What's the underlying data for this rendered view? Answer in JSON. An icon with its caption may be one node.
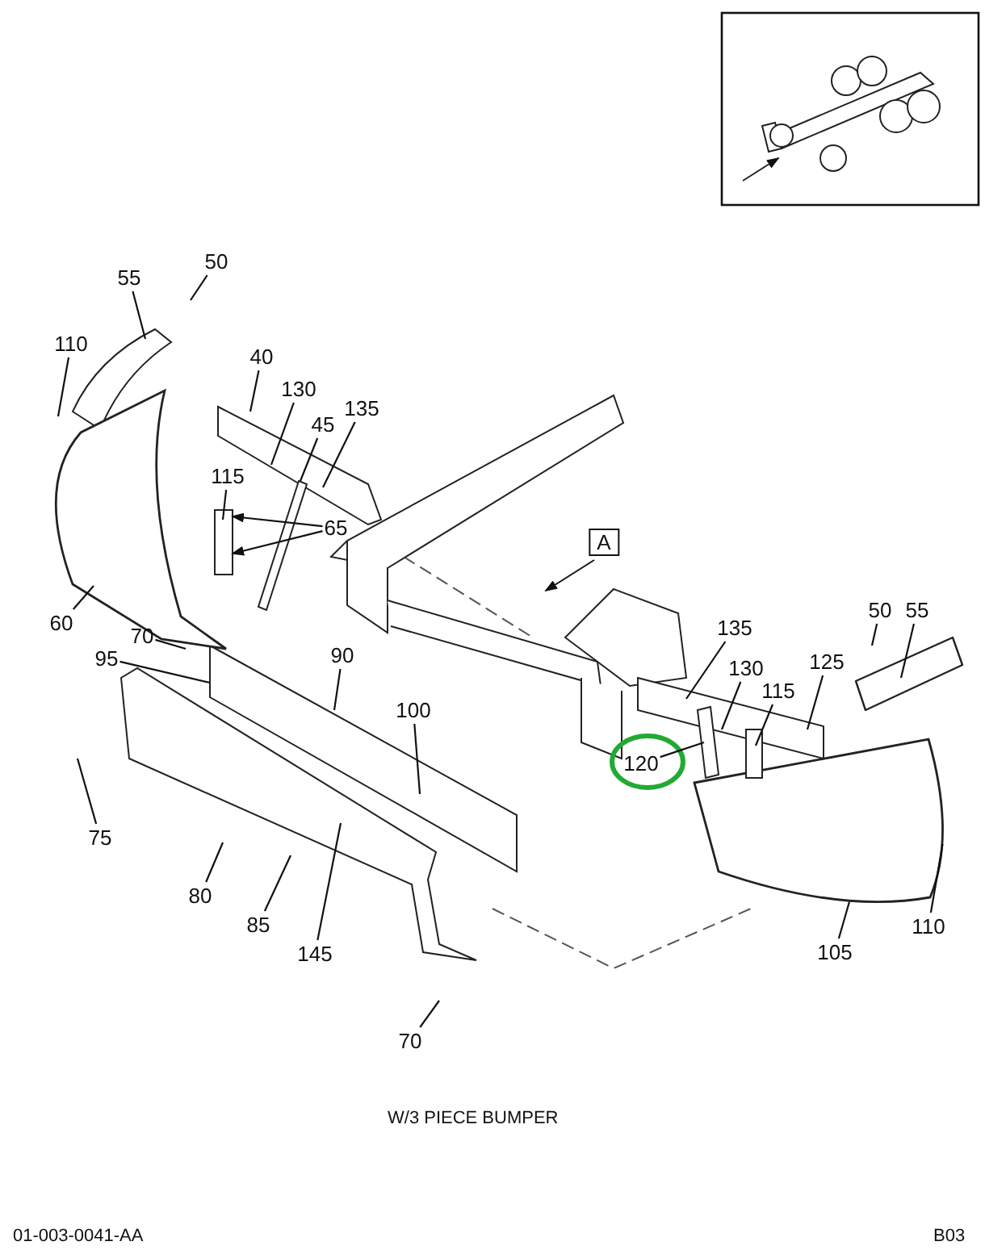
{
  "diagram": {
    "caption": "W/3 PIECE BUMPER",
    "nodes": [
      {
        "text": [
          "50"
        ]
      },
      {
        "text": [
          "55"
        ]
      },
      {
        "text": [
          "110"
        ]
      },
      {
        "text": [
          "40"
        ]
      },
      {
        "text": [
          "130"
        ]
      },
      {
        "text": [
          "135"
        ]
      },
      {
        "text": [
          "45"
        ]
      },
      {
        "text": [
          "115"
        ]
      },
      {
        "text": [
          "65"
        ]
      },
      {
        "text": [
          "A"
        ]
      },
      {
        "text": [
          "50"
        ]
      },
      {
        "text": [
          "55"
        ]
      },
      {
        "text": [
          "60"
        ]
      },
      {
        "text": [
          "135"
        ]
      },
      {
        "text": [
          "70"
        ]
      },
      {
        "text": [
          "90"
        ]
      },
      {
        "text": [
          "95"
        ]
      },
      {
        "text": [
          "125"
        ]
      },
      {
        "text": [
          "130"
        ]
      },
      {
        "text": [
          "115"
        ]
      },
      {
        "text": [
          "100"
        ]
      },
      {
        "text": [
          "120"
        ]
      },
      {
        "text": [
          "75"
        ]
      },
      {
        "text": [
          "80"
        ]
      },
      {
        "text": [
          "85"
        ]
      },
      {
        "text": [
          "110"
        ]
      },
      {
        "text": [
          "145"
        ]
      },
      {
        "text": [
          "105"
        ]
      },
      {
        "text": [
          "70"
        ]
      },
      {
        "text": [],
        "shape": "bar"
      },
      {
        "text": [],
        "shape": "bar"
      },
      {
        "text": [],
        "shape": "bar"
      },
      {
        "text": [],
        "shape": "bar"
      },
      {
        "text": [],
        "shape": "bar"
      },
      {
        "text": [],
        "shape": "bar"
      },
      {
        "text": [],
        "shape": "bar"
      },
      {
        "text": [],
        "shape": "box"
      },
      {
        "text": [],
        "shape": "box"
      },
      {
        "text": [],
        "shape": "cylinder"
      },
      {
        "text": [],
        "shape": "bar"
      },
      {
        "text": [],
        "shape": "bar"
      }
    ],
    "edges": [
      {
        "from": 0,
        "to": null,
        "arrow": "none"
      },
      {
        "from": 1,
        "to": 35,
        "arrow": "none"
      },
      {
        "from": 2,
        "to": 36,
        "arrow": "none"
      },
      {
        "from": 3,
        "to": 29,
        "arrow": "none"
      },
      {
        "from": 4,
        "to": 29,
        "arrow": "none"
      },
      {
        "from": 5,
        "to": 29,
        "arrow": "none"
      },
      {
        "from": 6,
        "to": 30,
        "arrow": "none"
      },
      {
        "from": 7,
        "to": 31,
        "arrow": "none"
      },
      {
        "from": 8,
        "to": 31,
        "arrow": "to"
      },
      {
        "from": 8,
        "to": 31,
        "arrow": "to"
      },
      {
        "from": 10,
        "to": null,
        "arrow": "none"
      },
      {
        "from": 11,
        "to": 38,
        "arrow": "none"
      },
      {
        "from": 12,
        "to": 36,
        "arrow": "none"
      },
      {
        "from": 13,
        "to": 32,
        "arrow": "none"
      },
      {
        "from": 14,
        "to": 36,
        "arrow": "none"
      },
      {
        "from": 15,
        "to": 33,
        "arrow": "none"
      },
      {
        "from": 16,
        "to": 33,
        "arrow": "none"
      },
      {
        "from": 17,
        "to": 32,
        "arrow": "none"
      },
      {
        "from": 18,
        "to": 32,
        "arrow": "none"
      },
      {
        "from": 19,
        "to": 40,
        "arrow": "none"
      },
      {
        "from": 20,
        "to": 33,
        "arrow": "none"
      },
      {
        "from": 21,
        "to": 39,
        "arrow": "none"
      },
      {
        "from": 22,
        "to": null,
        "arrow": "none"
      },
      {
        "from": 23,
        "to": 34,
        "arrow": "none"
      },
      {
        "from": 24,
        "to": 34,
        "arrow": "none"
      },
      {
        "from": 25,
        "to": 37,
        "arrow": "none"
      },
      {
        "from": 26,
        "to": 34,
        "arrow": "none"
      },
      {
        "from": 27,
        "to": 37,
        "arrow": "none"
      },
      {
        "from": 28,
        "to": null,
        "arrow": "none"
      }
    ],
    "labels": [
      "01-003-0041-AA",
      "B03"
    ]
  }
}
